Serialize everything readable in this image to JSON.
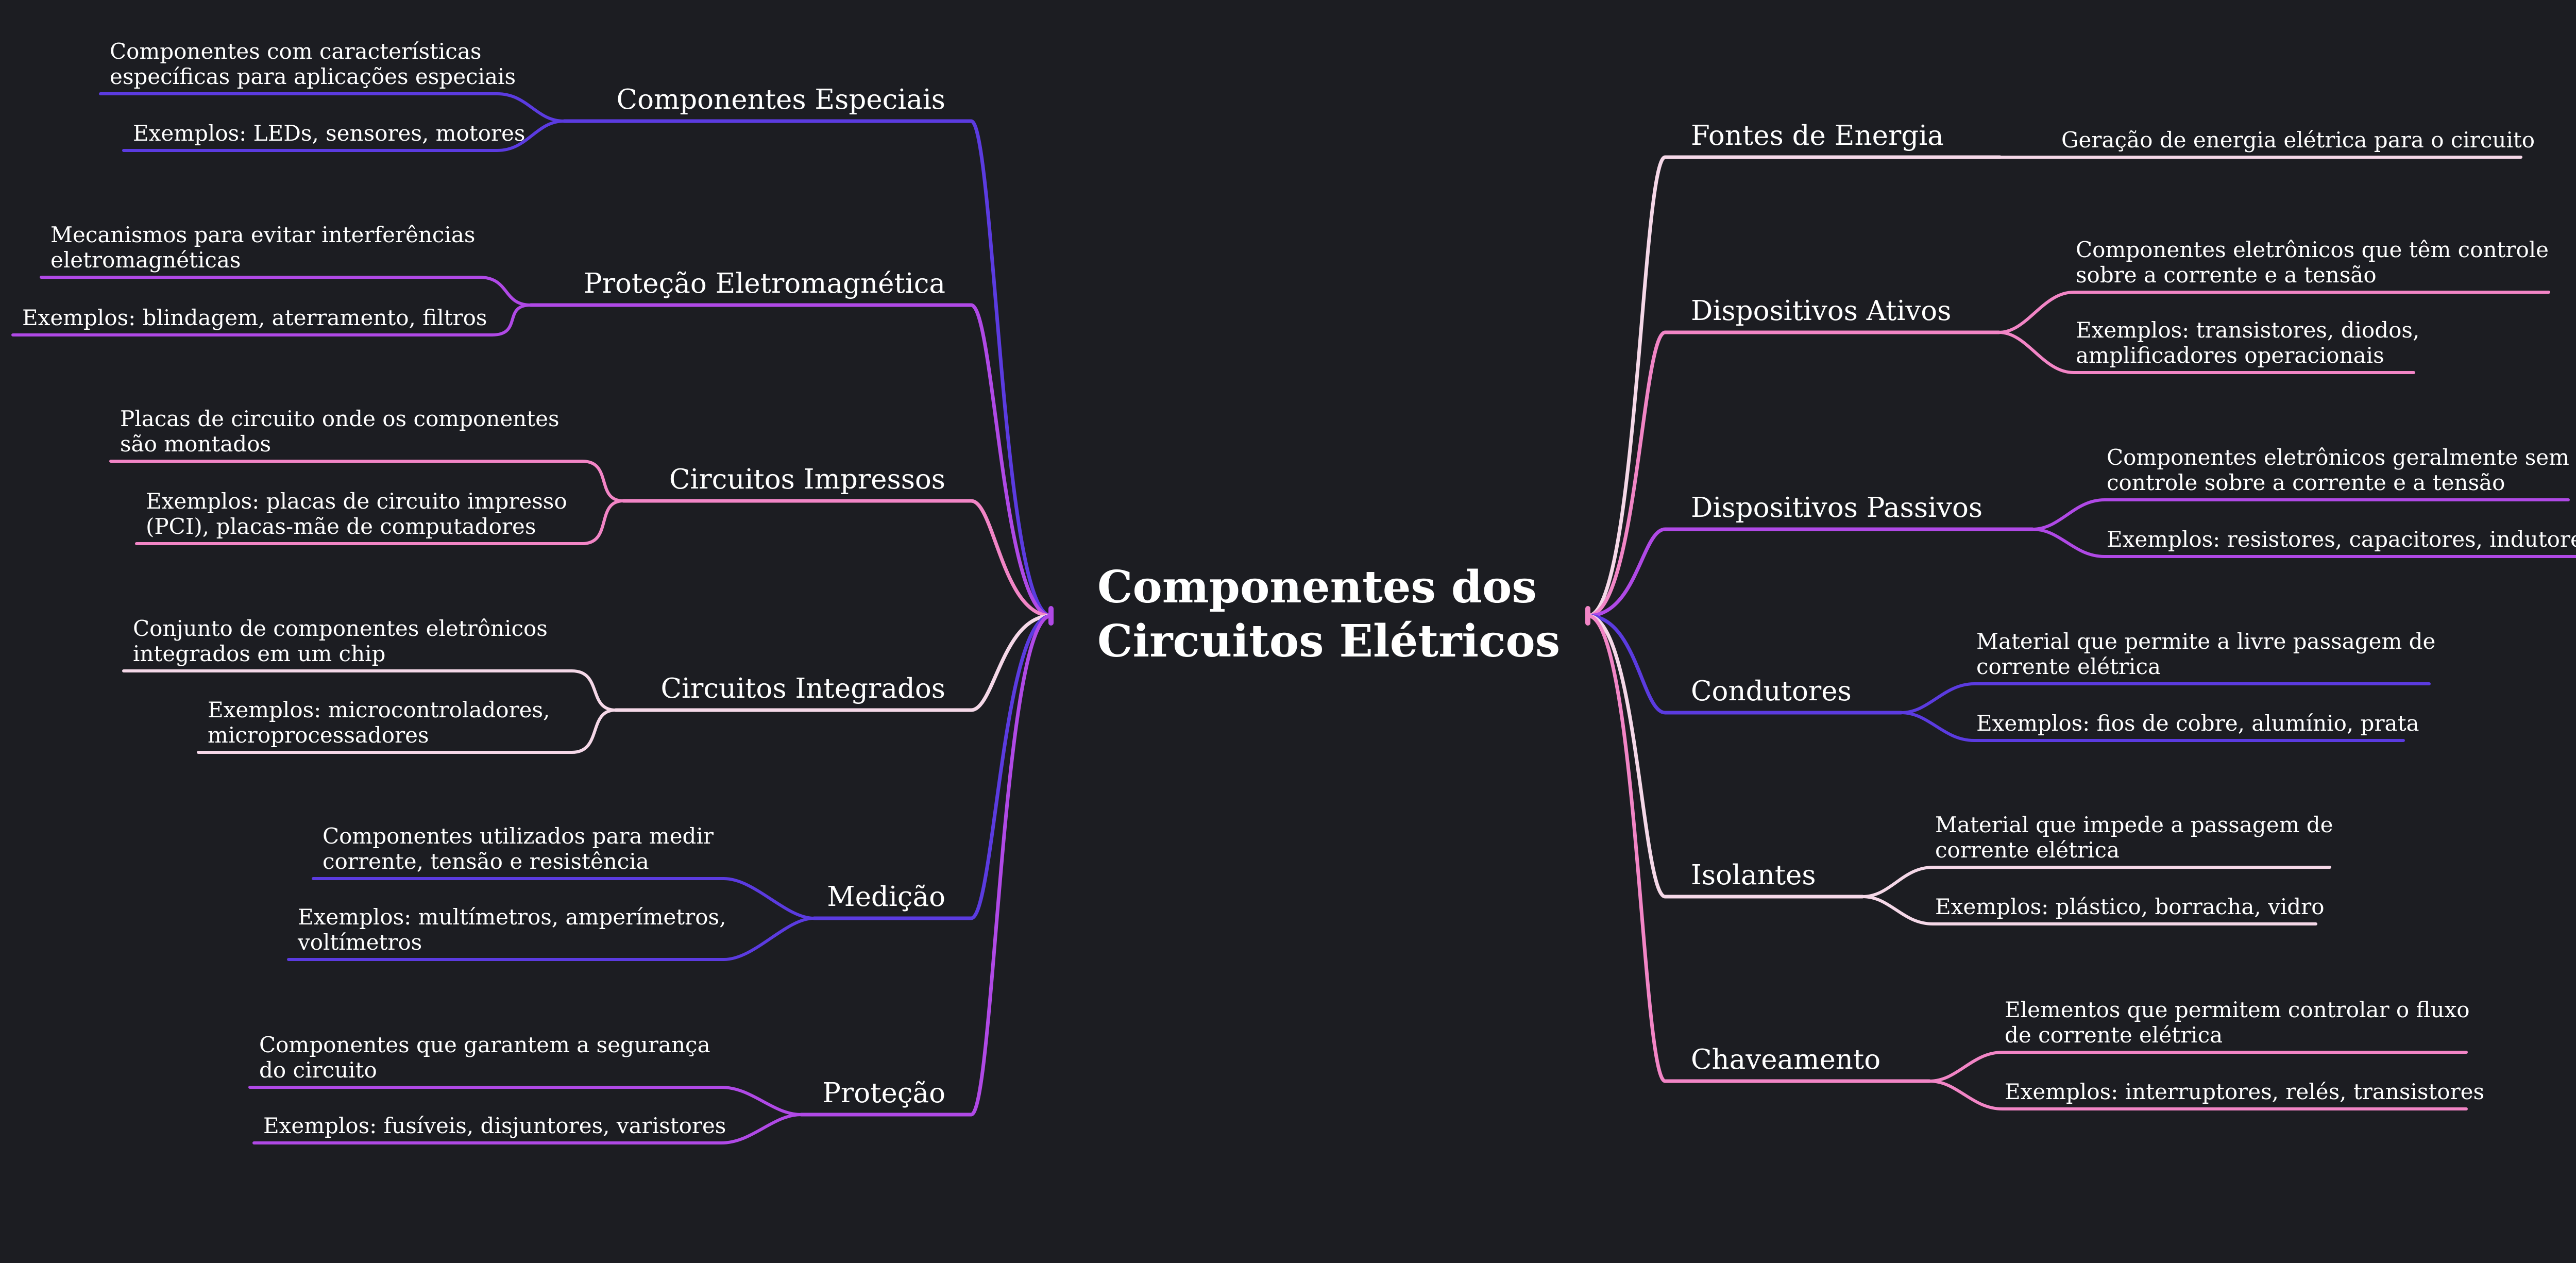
{
  "root": {
    "title_line1": "Componentes dos",
    "title_line2": "Circuitos Elétricos"
  },
  "colors": {
    "pink": "#f285c6",
    "light": "#f5d8e8",
    "violet": "#b049e6",
    "indigo": "#5b3be0"
  },
  "left": [
    {
      "label": "Componentes Especiais",
      "color": "indigo",
      "leaves": [
        [
          "Componentes com características",
          "específicas para aplicações especiais"
        ],
        [
          "Exemplos: LEDs, sensores, motores"
        ]
      ]
    },
    {
      "label": "Proteção Eletromagnética",
      "color": "violet",
      "leaves": [
        [
          "Mecanismos para evitar interferências",
          "eletromagnéticas"
        ],
        [
          "Exemplos: blindagem, aterramento, filtros"
        ]
      ]
    },
    {
      "label": "Circuitos Impressos",
      "color": "pink",
      "leaves": [
        [
          "Placas de circuito onde os componentes",
          "são montados"
        ],
        [
          "Exemplos: placas de circuito impresso",
          "(PCI), placas-mãe de computadores"
        ]
      ]
    },
    {
      "label": "Circuitos Integrados",
      "color": "light",
      "leaves": [
        [
          "Conjunto de componentes eletrônicos",
          "integrados em um chip"
        ],
        [
          "Exemplos: microcontroladores,",
          "microprocessadores"
        ]
      ]
    },
    {
      "label": "Medição",
      "color": "indigo",
      "leaves": [
        [
          "Componentes utilizados para medir",
          "corrente, tensão e resistência"
        ],
        [
          "Exemplos: multímetros, amperímetros,",
          "voltímetros"
        ]
      ]
    },
    {
      "label": "Proteção",
      "color": "violet",
      "leaves": [
        [
          "Componentes que garantem a segurança",
          "do circuito"
        ],
        [
          "Exemplos: fusíveis, disjuntores, varistores"
        ]
      ]
    }
  ],
  "right": [
    {
      "label": "Fontes de Energia",
      "color": "light",
      "leaves": [
        [
          "Geração de energia elétrica para o circuito"
        ]
      ]
    },
    {
      "label": "Dispositivos Ativos",
      "color": "pink",
      "leaves": [
        [
          "Componentes eletrônicos que têm controle",
          "sobre a corrente e a tensão"
        ],
        [
          "Exemplos: transistores, diodos,",
          "amplificadores operacionais"
        ]
      ]
    },
    {
      "label": "Dispositivos Passivos",
      "color": "violet",
      "leaves": [
        [
          "Componentes eletrônicos geralmente sem",
          "controle sobre a corrente e a tensão"
        ],
        [
          "Exemplos: resistores, capacitores, indutores"
        ]
      ]
    },
    {
      "label": "Condutores",
      "color": "indigo",
      "leaves": [
        [
          "Material que permite a livre passagem de",
          "corrente elétrica"
        ],
        [
          "Exemplos: fios de cobre, alumínio, prata"
        ]
      ]
    },
    {
      "label": "Isolantes",
      "color": "light",
      "leaves": [
        [
          "Material que impede a passagem de",
          "corrente elétrica"
        ],
        [
          "Exemplos: plástico, borracha, vidro"
        ]
      ]
    },
    {
      "label": "Chaveamento",
      "color": "pink",
      "leaves": [
        [
          "Elementos que permitem controlar o fluxo",
          "de corrente elétrica"
        ],
        [
          "Exemplos: interruptores, relés, transistores"
        ]
      ]
    }
  ]
}
